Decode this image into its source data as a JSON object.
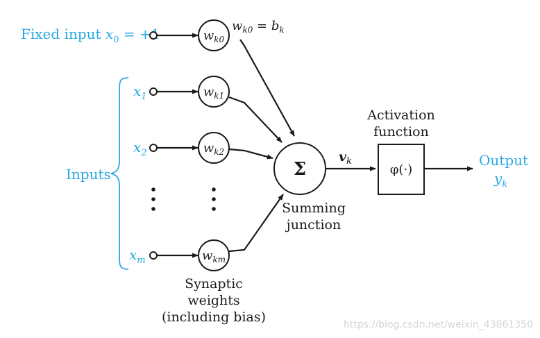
{
  "colors": {
    "input_text": "#29a9e1",
    "ink": "#1a1a1a",
    "watermark": "#d5d5d5"
  },
  "labels": {
    "fixed_input_prefix": "Fixed input ",
    "fixed_input_var": "x",
    "fixed_input_sub": "0",
    "fixed_input_value": " = +1",
    "bias_lhs": "w",
    "bias_lhs_sub": "k0",
    "bias_eq": " = ",
    "bias_rhs": "b",
    "bias_rhs_sub": "k",
    "inputs_label": "Inputs",
    "summing": "Σ",
    "summing_label_line1": "Summing",
    "summing_label_line2": "junction",
    "activation_label_line1": "Activation",
    "activation_label_line2": "function",
    "activation_symbol": "φ(·)",
    "induced_field": "v",
    "induced_field_sub": "k",
    "output_label": "Output",
    "output_var": "y",
    "output_sub": "k",
    "synaptic_line1": "Synaptic",
    "synaptic_line2": "weights",
    "synaptic_line3": "(including bias)",
    "watermark": "https://blog.csdn.net/weixin_43861350"
  },
  "inputs": [
    {
      "var": "x",
      "sub": "1"
    },
    {
      "var": "x",
      "sub": "2"
    },
    {
      "var": "x",
      "sub": "m"
    }
  ],
  "weights": [
    {
      "var": "w",
      "sub": "k0"
    },
    {
      "var": "w",
      "sub": "k1"
    },
    {
      "var": "w",
      "sub": "k2"
    },
    {
      "var": "w",
      "sub": "km"
    }
  ]
}
